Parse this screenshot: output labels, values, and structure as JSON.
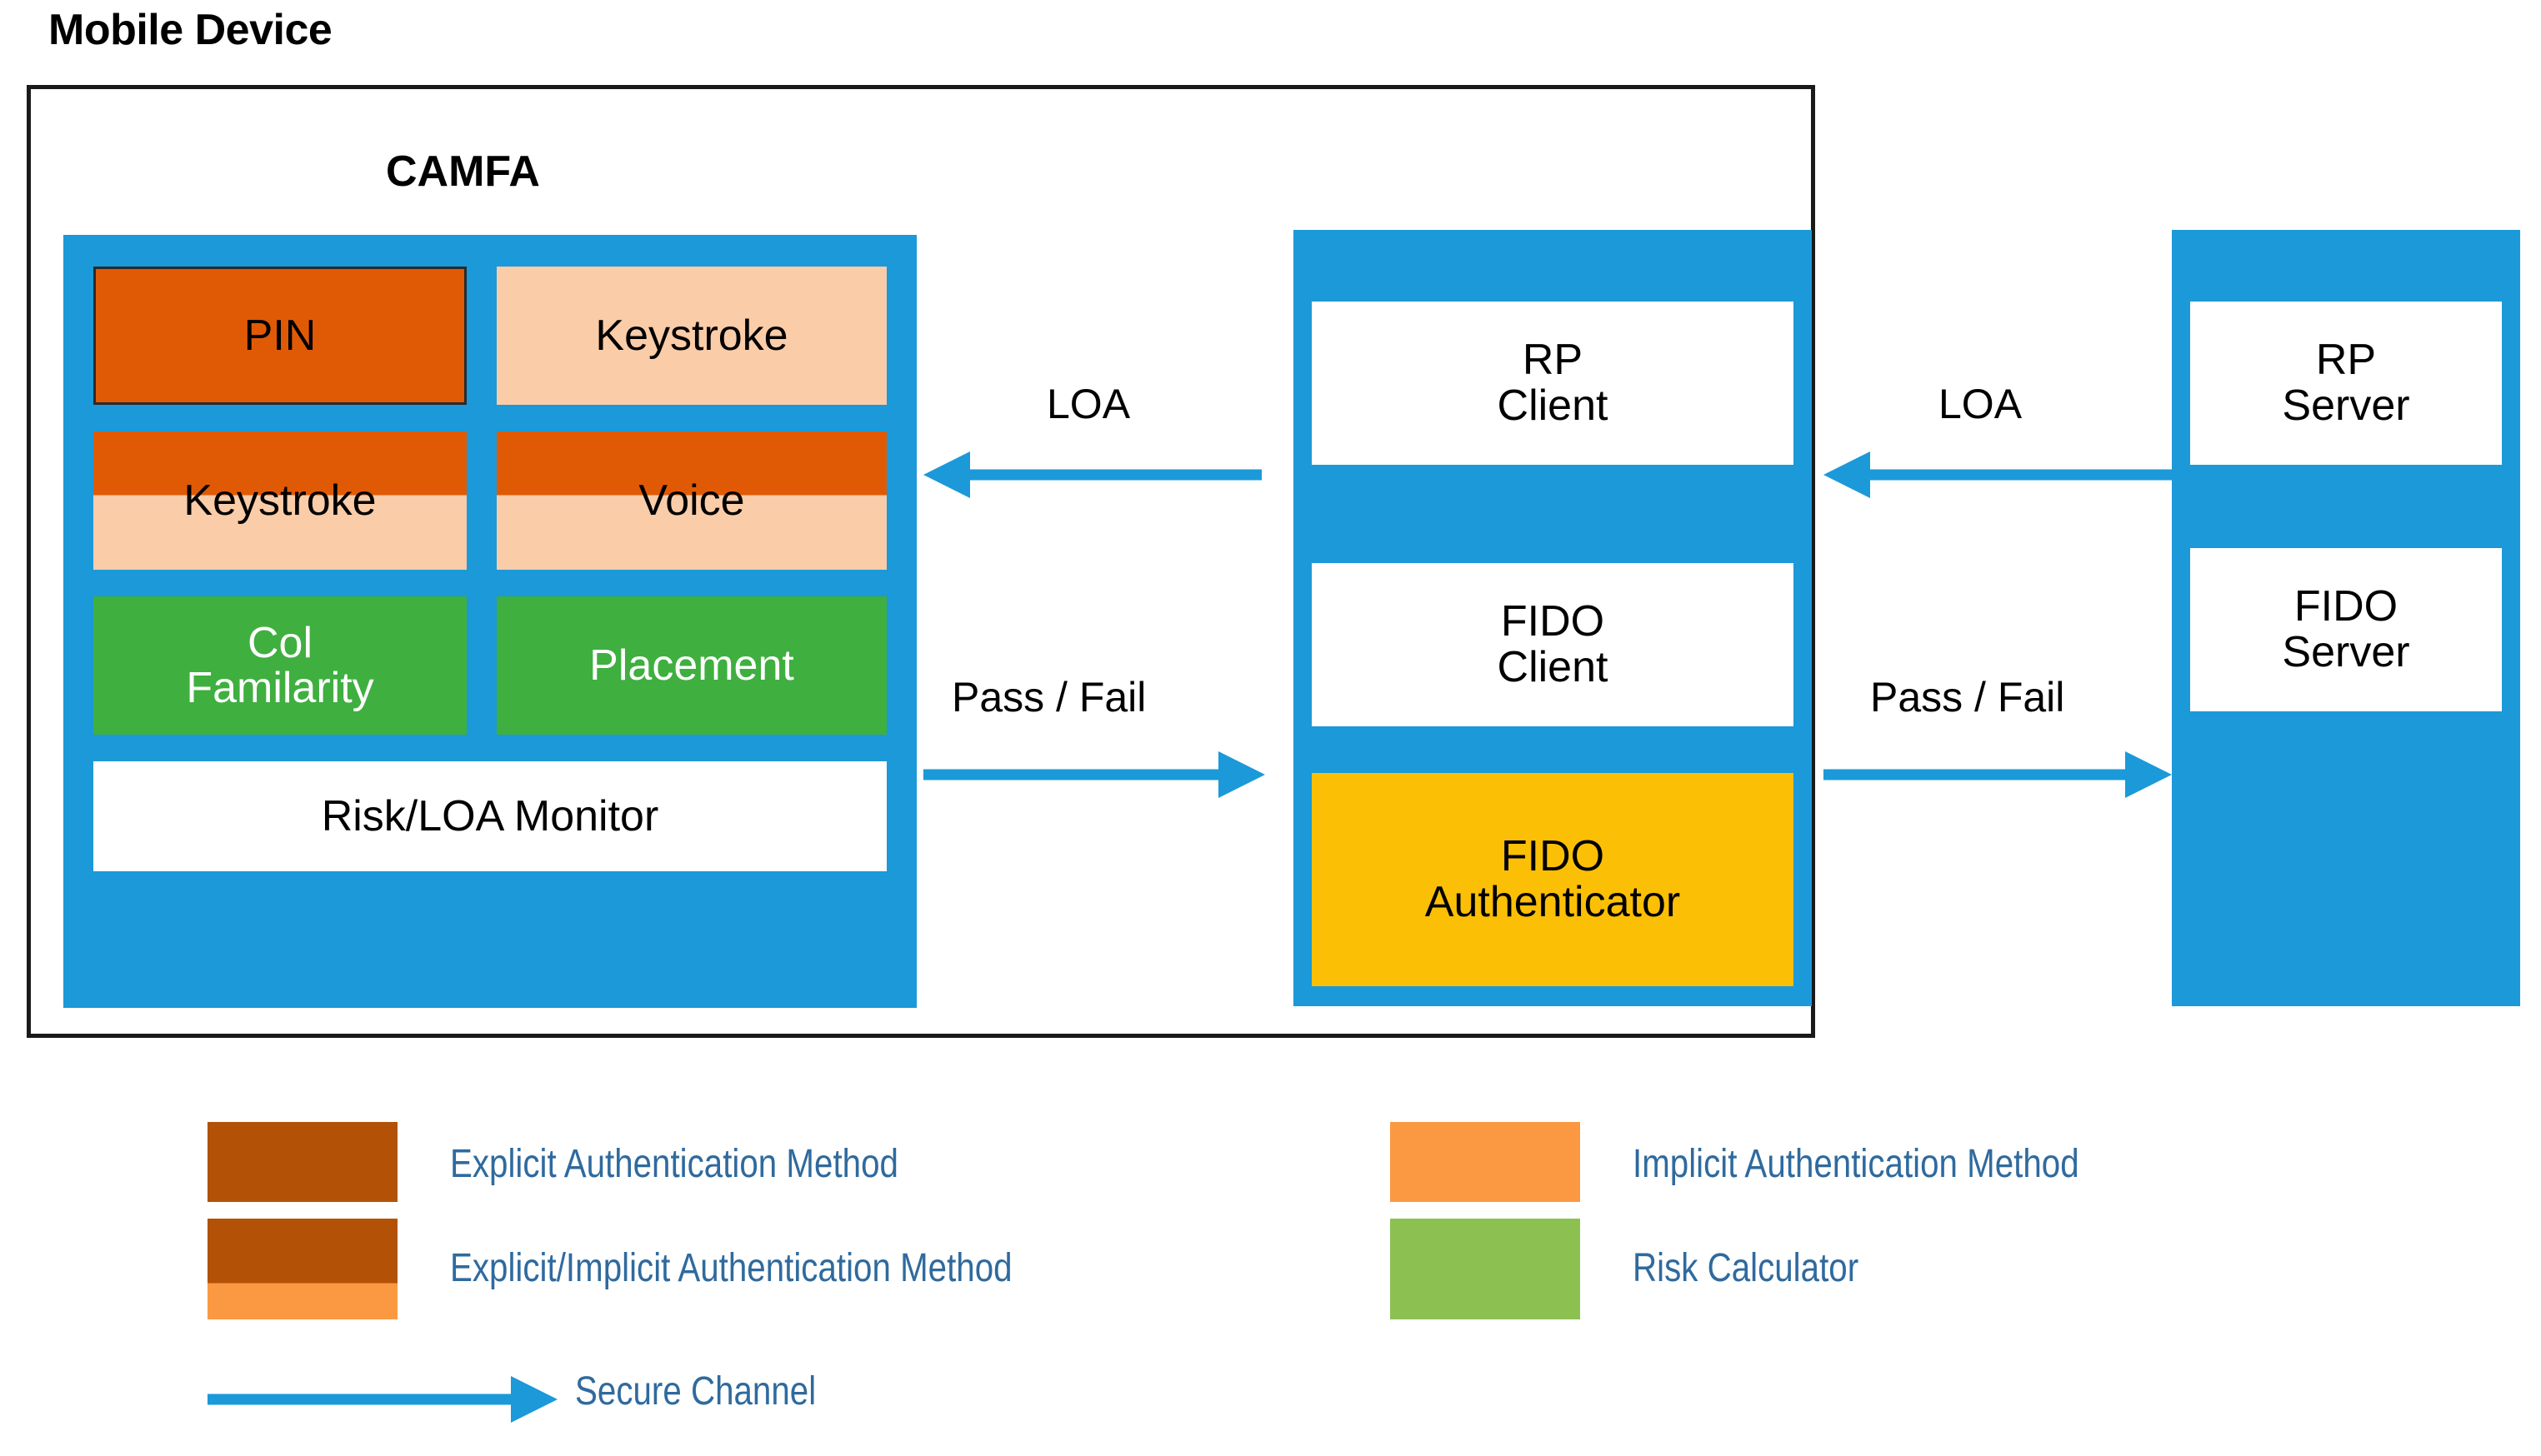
{
  "diagram": {
    "mobile_device": {
      "title": "Mobile Device",
      "camfa": {
        "title": "CAMFA",
        "cells": [
          {
            "label": "PIN",
            "type": "explicit"
          },
          {
            "label": "Keystroke",
            "type": "implicit"
          },
          {
            "label": "Keystroke",
            "type": "explicit-implicit"
          },
          {
            "label": "Voice",
            "type": "explicit-implicit"
          },
          {
            "label_line1": "Col",
            "label_line2": "Familarity",
            "type": "risk-calculator"
          },
          {
            "label": "Placement",
            "type": "risk-calculator"
          },
          {
            "label": "Risk/LOA Monitor",
            "type": "monitor"
          }
        ]
      },
      "client_stack": {
        "rp_client_line1": "RP",
        "rp_client_line2": "Client",
        "fido_client_line1": "FIDO",
        "fido_client_line2": "Client",
        "fido_authenticator_line1": "FIDO",
        "fido_authenticator_line2": "Authenticator"
      }
    },
    "server_stack": {
      "rp_server_line1": "RP",
      "rp_server_line2": "Server",
      "fido_server_line1": "FIDO",
      "fido_server_line2": "Server"
    },
    "edges": {
      "loa_left": "LOA",
      "loa_right": "LOA",
      "pass_fail_left": "Pass / Fail",
      "pass_fail_right": "Pass / Fail"
    }
  },
  "legend": {
    "items": [
      {
        "label": "Explicit Authentication Method",
        "color": "#b35206"
      },
      {
        "label": "Explicit/Implicit Authentication Method",
        "color_top": "#b35206",
        "color_bottom": "#fb9942"
      },
      {
        "label": "Implicit Authentication Method",
        "color": "#fb9942"
      },
      {
        "label": "Risk Calculator",
        "color": "#8cc152"
      }
    ],
    "secure_channel": "Secure Channel"
  },
  "colors": {
    "panel_blue": "#1b99d9",
    "explicit_orange": "#e05a06",
    "implicit_peach": "#facca8",
    "risk_green": "#3faf3f",
    "authenticator_yellow": "#fbbf06",
    "legend_text_blue": "#2f6a9e",
    "arrow_blue": "#1b99d9",
    "frame_black": "#1a1a1a"
  }
}
